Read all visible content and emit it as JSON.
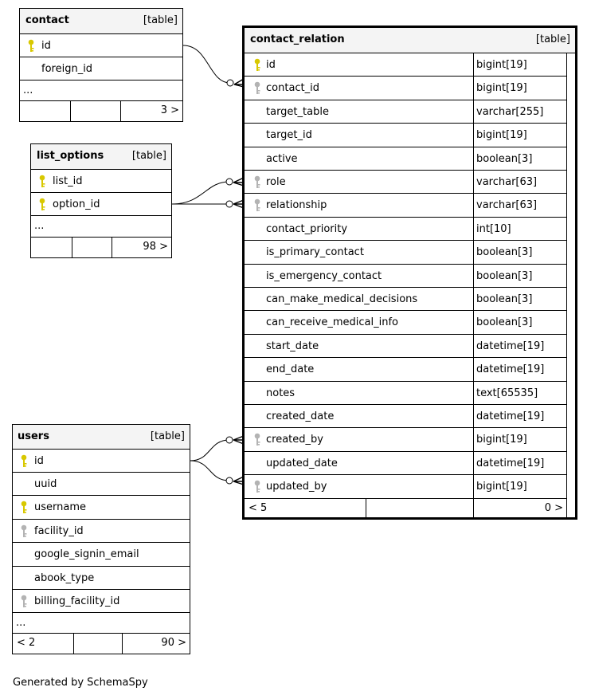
{
  "tables": {
    "contact": {
      "name": "contact",
      "tag": "[table]",
      "columns": [
        "id",
        "foreign_id"
      ],
      "more": "...",
      "footer_right": "3 >"
    },
    "list_options": {
      "name": "list_options",
      "tag": "[table]",
      "columns": [
        "list_id",
        "option_id"
      ],
      "more": "...",
      "footer_right": "98 >"
    },
    "users": {
      "name": "users",
      "tag": "[table]",
      "columns": [
        "id",
        "uuid",
        "username",
        "facility_id",
        "google_signin_email",
        "abook_type",
        "billing_facility_id"
      ],
      "more": "...",
      "footer_left": "< 2",
      "footer_right": "90 >"
    },
    "contact_relation": {
      "name": "contact_relation",
      "tag": "[table]",
      "columns": [
        {
          "name": "id",
          "type": "bigint[19]"
        },
        {
          "name": "contact_id",
          "type": "bigint[19]"
        },
        {
          "name": "target_table",
          "type": "varchar[255]"
        },
        {
          "name": "target_id",
          "type": "bigint[19]"
        },
        {
          "name": "active",
          "type": "boolean[3]"
        },
        {
          "name": "role",
          "type": "varchar[63]"
        },
        {
          "name": "relationship",
          "type": "varchar[63]"
        },
        {
          "name": "contact_priority",
          "type": "int[10]"
        },
        {
          "name": "is_primary_contact",
          "type": "boolean[3]"
        },
        {
          "name": "is_emergency_contact",
          "type": "boolean[3]"
        },
        {
          "name": "can_make_medical_decisions",
          "type": "boolean[3]"
        },
        {
          "name": "can_receive_medical_info",
          "type": "boolean[3]"
        },
        {
          "name": "start_date",
          "type": "datetime[19]"
        },
        {
          "name": "end_date",
          "type": "datetime[19]"
        },
        {
          "name": "notes",
          "type": "text[65535]"
        },
        {
          "name": "created_date",
          "type": "datetime[19]"
        },
        {
          "name": "created_by",
          "type": "bigint[19]"
        },
        {
          "name": "updated_date",
          "type": "datetime[19]"
        },
        {
          "name": "updated_by",
          "type": "bigint[19]"
        }
      ],
      "footer_left": "< 5",
      "footer_right": "0 >"
    }
  },
  "footer": "Generated by SchemaSpy",
  "colors": {
    "primary_key": "#d8c800",
    "foreign_key": "#b3b3b3",
    "header_bg": "#f4f4f4"
  }
}
